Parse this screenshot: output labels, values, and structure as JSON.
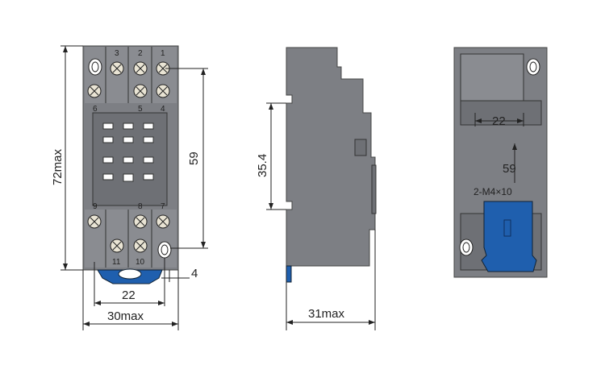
{
  "front_view": {
    "terminal_numbers_top": [
      "3",
      "2",
      "1"
    ],
    "terminal_numbers_mid": [
      "6",
      "5",
      "4"
    ],
    "terminal_numbers_lower": [
      "9",
      "8",
      "7"
    ],
    "terminal_numbers_bottom": [
      "11",
      "10"
    ],
    "dim_height": "72max",
    "dim_pitch": "59",
    "dim_width_inner": "22",
    "dim_width_outer": "30max",
    "dim_offset": "4"
  },
  "side_view": {
    "dim_rail": "35.4",
    "dim_depth": "31max"
  },
  "back_view": {
    "dim_width": "22",
    "dim_pitch": "59",
    "screw_label": "2-M4×10"
  },
  "colors": {
    "body": "#7d7f84",
    "body_dark": "#5e6065",
    "clip": "#1f5fae",
    "line": "#222222"
  }
}
